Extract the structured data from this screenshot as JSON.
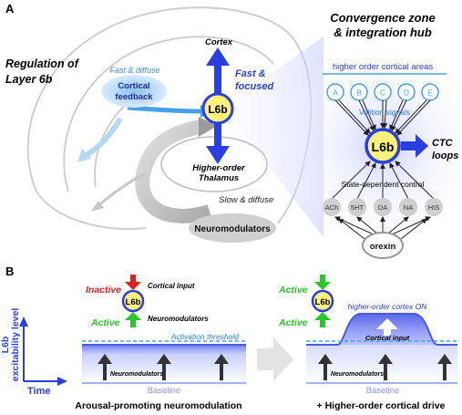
{
  "panelA": {
    "letter": "A",
    "title_line1": "Regulation of",
    "title_line2": "Layer 6b",
    "fast_diffuse": "Fast & diffuse",
    "cortical_feedback_line1": "Cortical",
    "cortical_feedback_line2": "feedback",
    "cortex": "Cortex",
    "fast_focused_line1": "Fast &",
    "fast_focused_line2": "focused",
    "l6b": "L6b",
    "thalamus_line1": "Higher-order",
    "thalamus_line2": "Thalamus",
    "slow_diffuse": "Slow & diffuse",
    "neuromodulators": "Neuromodulators",
    "convergence_line1": "Convergence zone",
    "convergence_line2": "& integration hub",
    "higher_order_areas": "higher order cortical areas",
    "areas": [
      "A",
      "B",
      "C",
      "D",
      "E"
    ],
    "volition": "Volition signals",
    "ctc_line1": "CTC",
    "ctc_line2": "loops",
    "state_control": "State-dependent control",
    "modulators": [
      "ACh",
      "5HT",
      "DA",
      "NA",
      "HIS"
    ],
    "orexin": "orexin"
  },
  "panelB": {
    "letter": "B",
    "y_axis_line1": "L6b",
    "y_axis_line2": "excitability level",
    "x_axis": "Time",
    "left": {
      "inactive": "Inactive",
      "active": "Active",
      "l6b": "L6b",
      "cortical_input": "Cortical input",
      "neuromodulators_label": "Neuromodulators",
      "threshold": "Activation threshold",
      "neuromodulators_inner": "Neuromodulators",
      "baseline": "Baseline",
      "caption": "Arousal-promoting neuromodulation"
    },
    "right": {
      "active_top": "Active",
      "active_bottom": "Active",
      "l6b": "L6b",
      "higher_on": "higher-order cortex ON",
      "cortical_input": "Cortical input",
      "neuromodulators_inner": "Neuromodulators",
      "baseline": "Baseline",
      "caption": "+ Higher-order cortical drive"
    }
  },
  "colors": {
    "blue": "#2a3fe0",
    "light_blue": "#4aa0e6",
    "yellow": "#fff27a",
    "red": "#e02020",
    "green": "#2cc52c",
    "grey_node": "#cfcfcf"
  }
}
